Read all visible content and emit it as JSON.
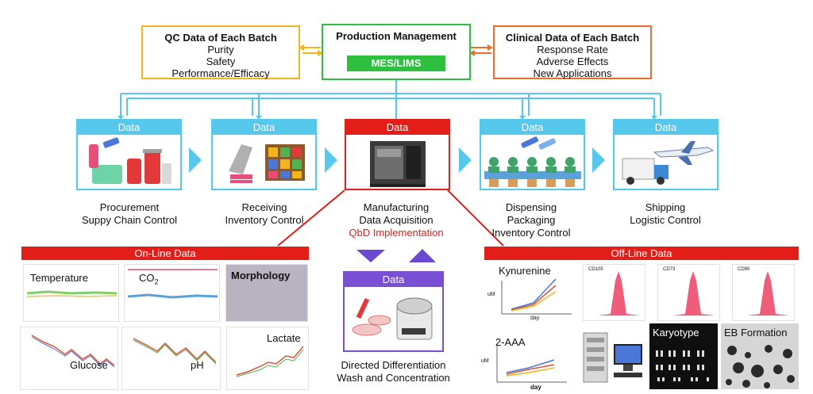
{
  "top": {
    "qc": {
      "title": "QC Data of Each Batch",
      "lines": [
        "Purity",
        "Safety",
        "Performance/Efficacy"
      ]
    },
    "production": {
      "title": "Production Management",
      "badge": "MES/LIMS"
    },
    "clinical": {
      "title": "Clinical Data of Each Batch",
      "lines": [
        "Response Rate",
        "Adverse Effects",
        "New Applications"
      ]
    }
  },
  "stages": [
    {
      "header": "Data",
      "caption": [
        "Procurement",
        "Suppy Chain Control"
      ],
      "color": "#55c8ec"
    },
    {
      "header": "Data",
      "caption": [
        "Receiving",
        "Inventory Control"
      ],
      "color": "#55c8ec"
    },
    {
      "header": "Data",
      "caption": [
        "Manufacturing",
        "Data Acquisition"
      ],
      "caption_red": "QbD Implementation",
      "color": "#e31d18"
    },
    {
      "header": "Data",
      "caption": [
        "Dispensing",
        "Packaging",
        "Inventory Control"
      ],
      "color": "#55c8ec"
    },
    {
      "header": "Data",
      "caption": [
        "Shipping",
        "Logistic Control"
      ],
      "color": "#55c8ec"
    }
  ],
  "online": {
    "title": "On-Line Data",
    "panels": [
      "Temperature",
      "CO",
      "Morphology",
      "Glucose",
      "pH",
      "Lactate"
    ],
    "co2_sub": "2"
  },
  "differentiation": {
    "header": "Data",
    "caption": [
      "Directed Differentiation",
      "Wash and Concentration"
    ],
    "color": "#7b4fd3"
  },
  "offline": {
    "title": "Off-Line Data",
    "panels": [
      "Kynurenine",
      "2-AAA",
      "Karyotype",
      "EB Formation"
    ],
    "axis_x": "day",
    "axis_y": "uM",
    "flow_labels": [
      "CD105",
      "CD73",
      "CD90"
    ]
  },
  "colors": {
    "cyan": "#55c8ec",
    "red": "#e31d18",
    "green": "#2fbf3f",
    "orange": "#f06a2a",
    "yellow": "#f2b61c",
    "purple": "#7b4fd3"
  }
}
